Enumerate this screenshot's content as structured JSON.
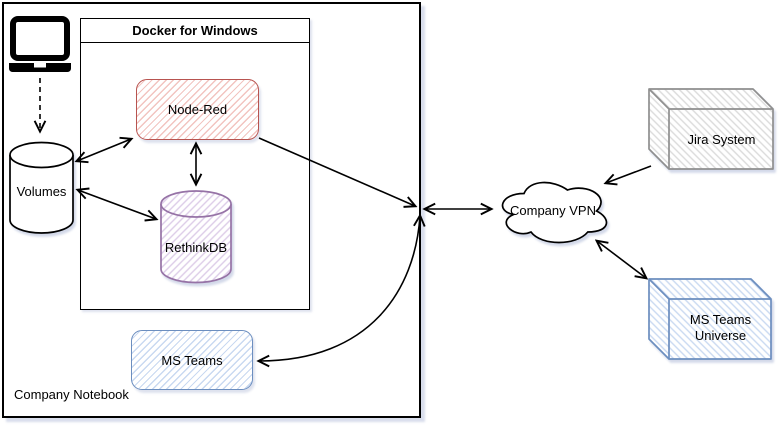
{
  "diagram": {
    "company_notebook": {
      "label": "Company Notebook"
    },
    "docker": {
      "title": "Docker for Windows"
    },
    "node_red": {
      "label": "Node-Red",
      "stroke": "#B85450",
      "hatch": "#F2C4C0"
    },
    "rethinkdb": {
      "label": "RethinkDB",
      "stroke": "#9673A6",
      "hatch": "#DCCCE8"
    },
    "volumes": {
      "label": "Volumes",
      "stroke": "#000000"
    },
    "ms_teams": {
      "label": "MS Teams",
      "stroke": "#6C8EBF",
      "hatch": "#C9D9F1"
    },
    "company_vpn": {
      "label": "Company VPN"
    },
    "jira_system": {
      "label": "Jira System",
      "stroke": "#8F8F8F",
      "hatch": "#DBDBDB"
    },
    "ms_teams_universe": {
      "label_line1": "MS Teams",
      "label_line2": "Universe",
      "stroke": "#6C8EBF",
      "hatch": "#C9D9F1"
    },
    "icons": {
      "laptop": "laptop-icon"
    },
    "connector_color": "#000000"
  }
}
